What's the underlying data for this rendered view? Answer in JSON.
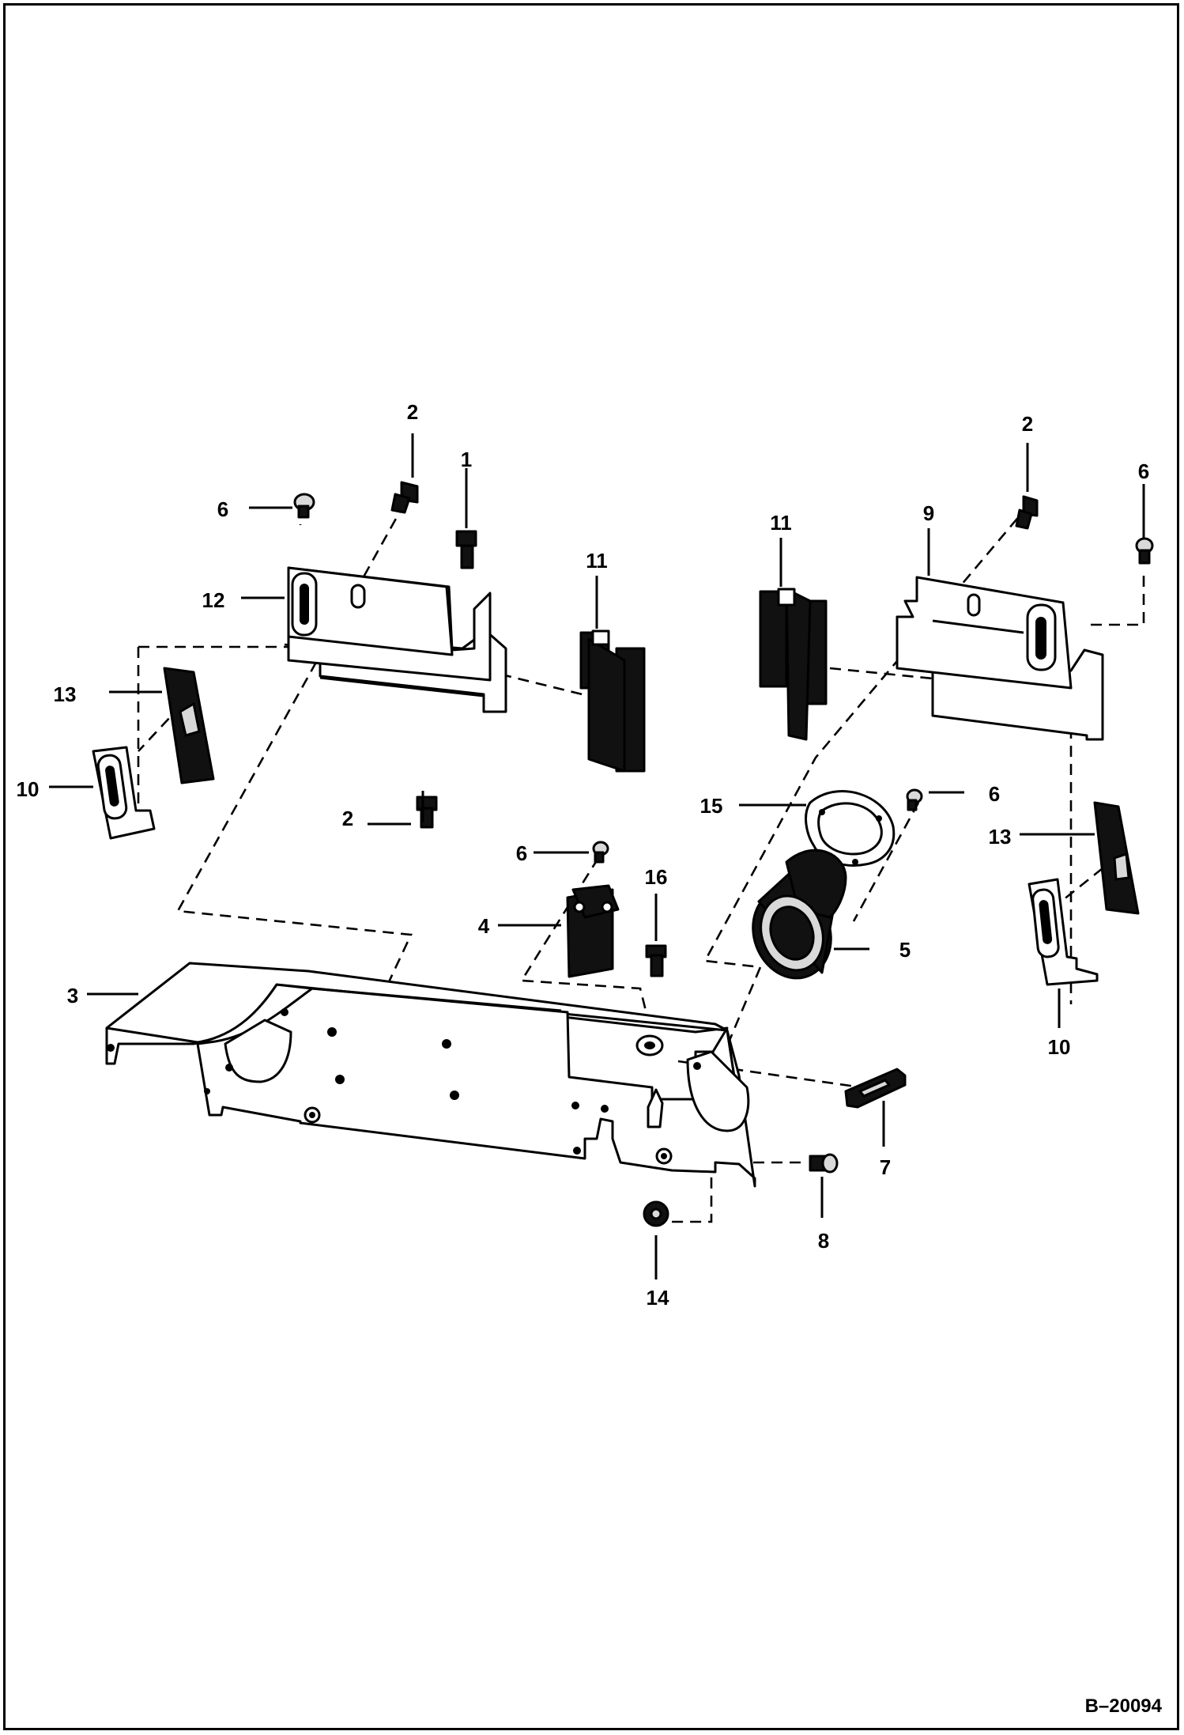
{
  "figure_id": "B–20094",
  "callouts": [
    "1",
    "2",
    "2",
    "2",
    "3",
    "4",
    "5",
    "6",
    "6",
    "6",
    "6",
    "7",
    "8",
    "9",
    "10",
    "10",
    "11",
    "11",
    "12",
    "13",
    "13",
    "14",
    "15",
    "16"
  ],
  "colors": {
    "line": "#000000",
    "background": "#ffffff"
  }
}
